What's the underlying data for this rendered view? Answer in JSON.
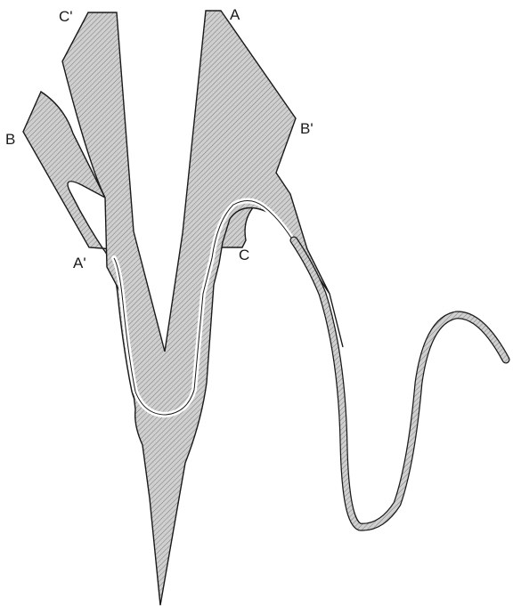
{
  "labels": {
    "a": "A",
    "a_prime": "A'",
    "b": "B",
    "b_prime": "B'",
    "c": "C",
    "c_prime": "C'"
  },
  "colors": {
    "ink": "#1a1a1a",
    "fill": "#c8c8c8",
    "hatch": "#6a6a6a",
    "paper": "#ffffff"
  }
}
